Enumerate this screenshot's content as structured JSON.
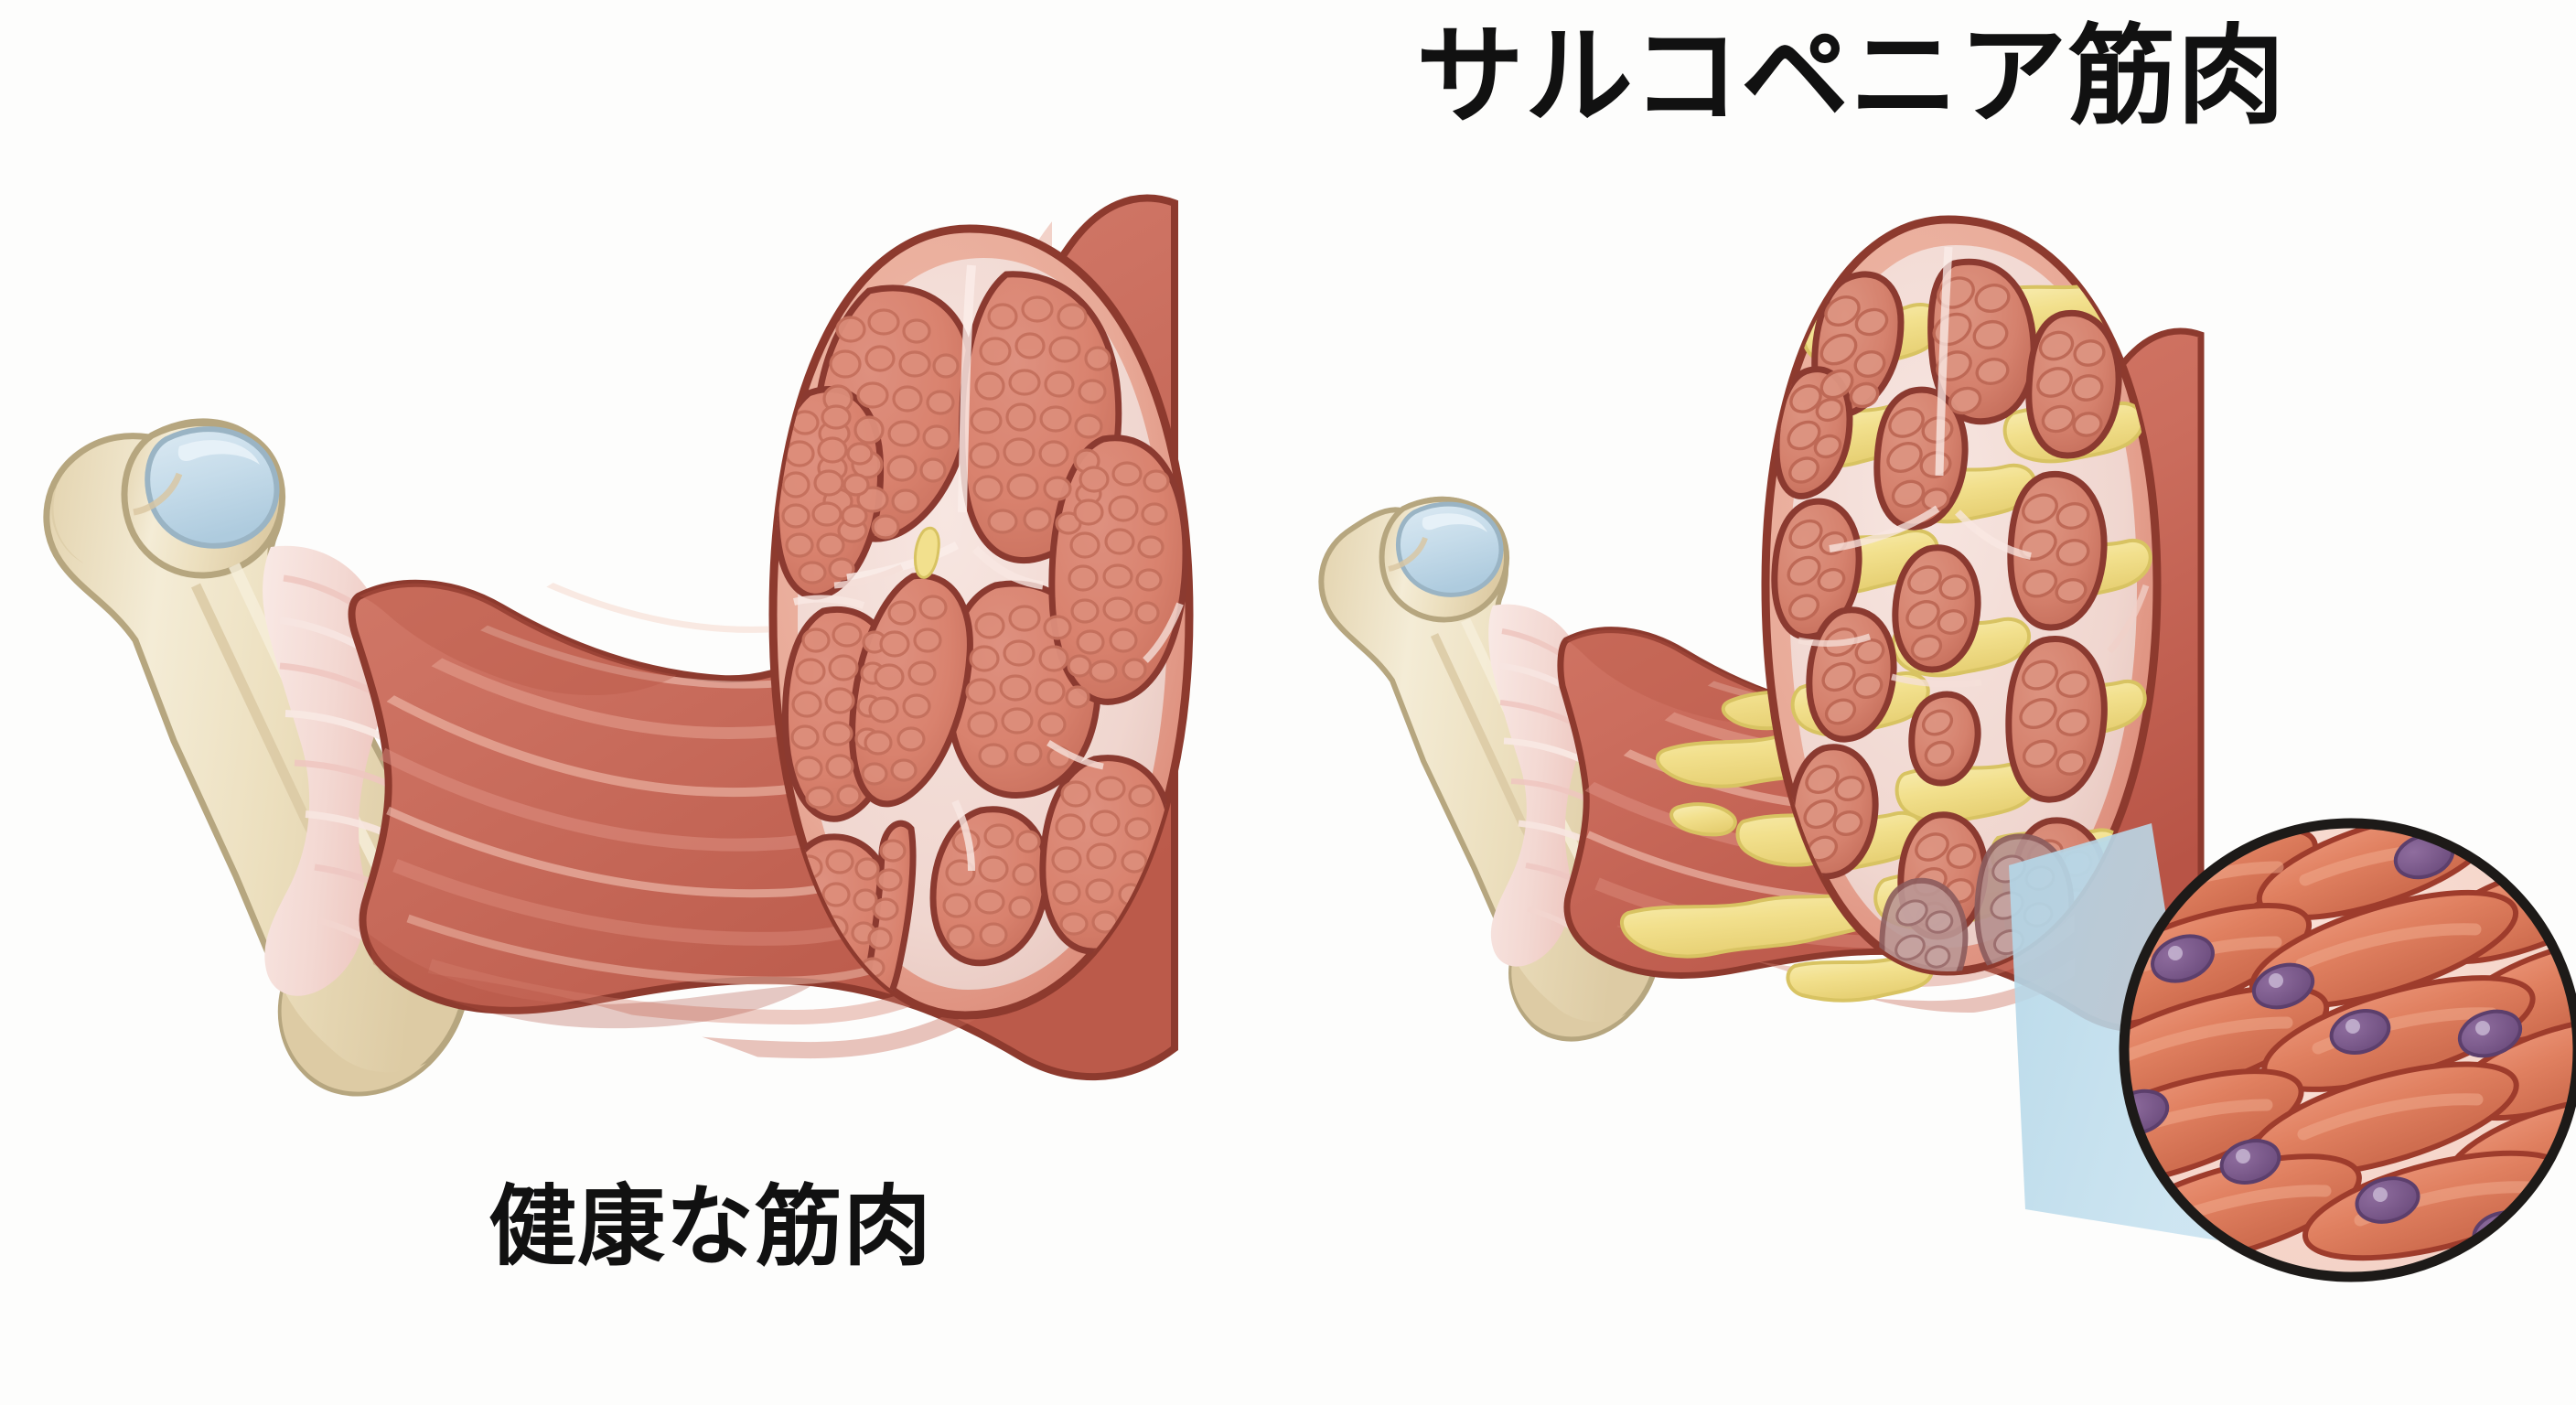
{
  "page": {
    "kind": "medical-illustration",
    "subject": "skeletal muscle comparison: healthy vs sarcopenic",
    "background_color": "#fdfdfc"
  },
  "title": {
    "text": "サルコペニア筋肉",
    "romaji_meaning": "Sarcopenia muscle",
    "color": "#111111"
  },
  "labels": {
    "healthy": {
      "text": "健康な筋肉",
      "romaji_meaning": "Healthy muscle",
      "color": "#111111"
    }
  },
  "palette": {
    "background": "#fdfdfc",
    "muscle_belly": "#cd7262",
    "muscle_belly_dark": "#bb5848",
    "muscle_belly_light": "#dd9484",
    "muscle_outline": "#8d3a2e",
    "fiber_fill": "#d9826e",
    "fiber_fill_light": "#e29c89",
    "fiber_edge": "#c06a58",
    "fascicle_outline": "#8b3a30",
    "perimysium": "#f2d9d2",
    "perimysium_shade": "#e0c3bd",
    "epimysium": "#e9aa9a",
    "fat_yellow": "#f2e08d",
    "fat_yellow_light": "#f8eeb6",
    "fat_yellow_edge": "#d8c362",
    "bone_cream": "#ecdfbe",
    "bone_light": "#f6eed6",
    "bone_outline": "#b6a67f",
    "cartilage_blue": "#c6dcea",
    "cartilage_outline": "#9ab4c4",
    "tendon_pink": "#f6ded9",
    "tendon_pink_shade": "#eec6c0",
    "zoom_wedge_blue": "#b3d6e7",
    "inset_border": "#1d1a18",
    "inset_bg": "#f7d7cc",
    "inset_fiber": "#e08060",
    "inset_fiber_outline": "#9e3c2c",
    "nucleus_purple": "#7a5a8a",
    "atrophic_fascicle": "#b08a8a"
  },
  "panels": [
    {
      "id": "healthy",
      "name": "healthy-muscle-panel",
      "caption": "健康な筋肉",
      "features": [
        "femur with blue cartilage cap",
        "pale tendon fanning onto bone",
        "full thick muscle belly",
        "cross-section with 11 large densely packed fascicles",
        "thin pale perimysium septa",
        "almost no fat"
      ],
      "fascicle_count": 11,
      "fat_content": "minimal"
    },
    {
      "id": "sarcopenic",
      "name": "sarcopenic-muscle-panel",
      "caption": "サルコペニア筋肉",
      "features": [
        "femur with blue cartilage cap, thinner shaft",
        "pale tendon fanning onto bone",
        "thinner wasted muscle belly",
        "yellow fat streaks running through the belly",
        "cross-section with 13 shrunken irregular fascicles",
        "wide yellow fat infiltration between fascicles",
        "grey-purple atrophic fascicles at lower edge",
        "blue magnifier wedge to circular inset"
      ],
      "fascicle_count": 13,
      "fat_content": "extensive"
    }
  ],
  "inset": {
    "name": "fiber-magnification-inset",
    "shape": "circle",
    "content": "elongated atrophied muscle fibers with purple nuclei",
    "fiber_count": 14,
    "nucleus_count": 9,
    "connector": "blue trapezoid wedge from cross-section to circle"
  }
}
